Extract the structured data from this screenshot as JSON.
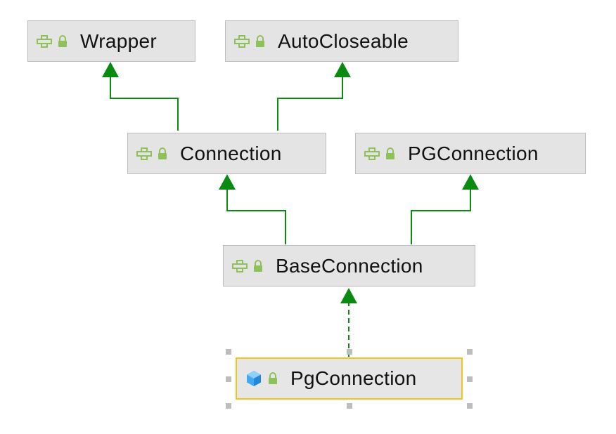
{
  "diagram": {
    "nodes": [
      {
        "id": "wrapper",
        "label": "Wrapper",
        "kind": "interface",
        "icon": "interface-icon"
      },
      {
        "id": "autocloseable",
        "label": "AutoCloseable",
        "kind": "interface",
        "icon": "interface-icon"
      },
      {
        "id": "connection",
        "label": "Connection",
        "kind": "interface",
        "icon": "interface-icon"
      },
      {
        "id": "pgconnection_iface",
        "label": "PGConnection",
        "kind": "interface",
        "icon": "interface-icon"
      },
      {
        "id": "baseconnection",
        "label": "BaseConnection",
        "kind": "interface",
        "icon": "interface-icon"
      },
      {
        "id": "pgconnection_class",
        "label": "PgConnection",
        "kind": "class",
        "icon": "class-icon",
        "selected": true
      }
    ],
    "edges": [
      {
        "from": "connection",
        "to": "wrapper",
        "type": "extends"
      },
      {
        "from": "connection",
        "to": "autocloseable",
        "type": "extends"
      },
      {
        "from": "baseconnection",
        "to": "connection",
        "type": "extends"
      },
      {
        "from": "baseconnection",
        "to": "pgconnection_iface",
        "type": "extends"
      },
      {
        "from": "pgconnection_class",
        "to": "baseconnection",
        "type": "implements"
      }
    ],
    "colors": {
      "edge": "#0b8a12",
      "interface_icon": "#8fc15a",
      "lock_icon": "#8fc15a",
      "class_icon": "#3fa9f5",
      "selection_border": "#f0c419",
      "node_fill": "#e4e4e4"
    }
  }
}
